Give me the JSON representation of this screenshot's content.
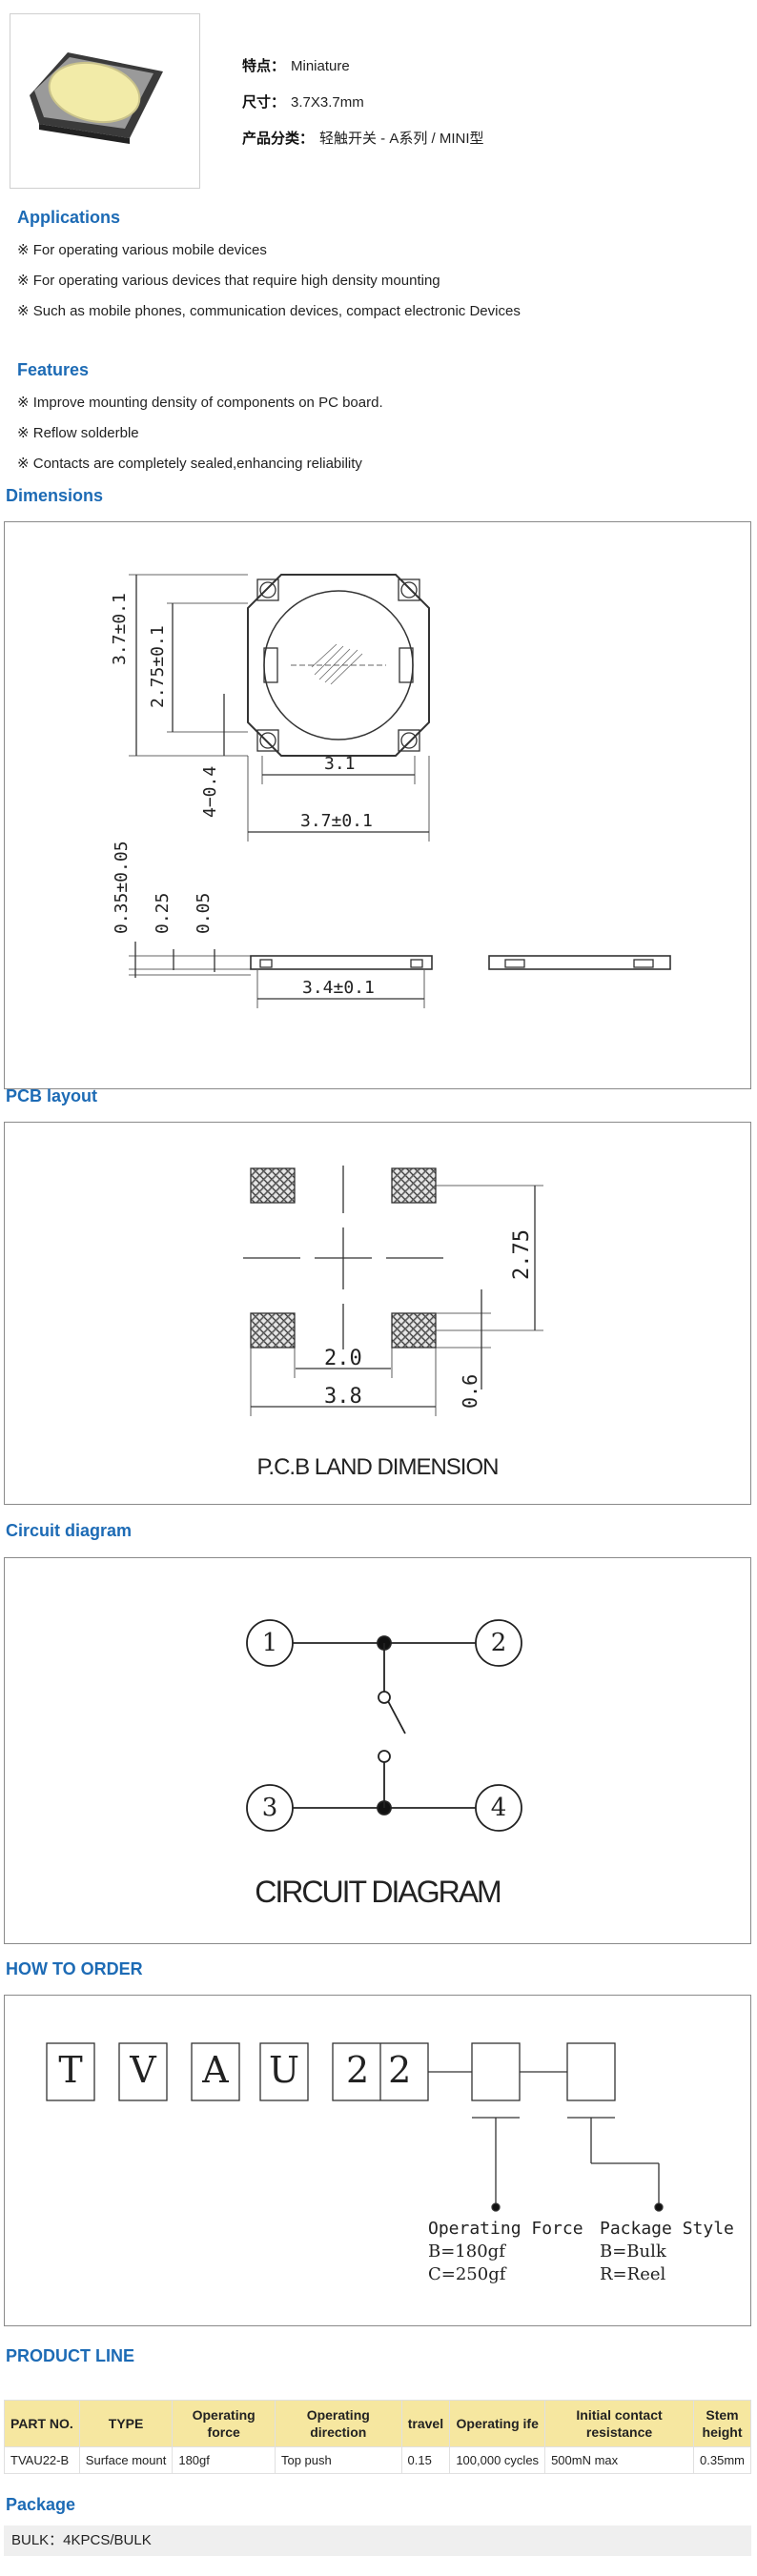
{
  "product": {
    "specs": [
      {
        "label": "特点：",
        "value": "Miniature"
      },
      {
        "label": "尺寸：",
        "value": "3.7X3.7mm"
      },
      {
        "label": "产品分类：",
        "value": "轻触开关 - A系列 / MINI型"
      }
    ]
  },
  "applications": {
    "title": "Applications",
    "items": [
      "※ For operating various mobile devices",
      "※ For operating various devices that require high density mounting",
      "※ Such as mobile phones, communication devices, compact electronic Devices"
    ]
  },
  "features": {
    "title": "Features",
    "items": [
      "※ Improve mounting density of components on PC board.",
      "※ Reflow solderble",
      "※ Contacts are completely sealed,enhancing reliability"
    ]
  },
  "dimensions": {
    "title": "Dimensions",
    "labels": {
      "h_total": "3.7±0.1",
      "h_inner": "2.75±0.1",
      "offset": "4−0.4",
      "w_inner": "3.1",
      "w_total": "3.7±0.1",
      "thick": "0.35±0.05",
      "t1": "0.25",
      "t2": "0.05",
      "side_w": "3.4±0.1"
    }
  },
  "pcb": {
    "title": "PCB layout",
    "labels": {
      "v": "2.75",
      "pad_gap": "2.0",
      "total": "3.8",
      "pad_h": "0.6"
    },
    "caption": "P.C.B LAND DIMENSION"
  },
  "circuit": {
    "title": "Circuit diagram",
    "pins": [
      "1",
      "2",
      "3",
      "4"
    ],
    "caption": "CIRCUIT DIAGRAM"
  },
  "order": {
    "title": "HOW TO ORDER",
    "chars": [
      "T",
      "V",
      "A",
      "U"
    ],
    "code": "22",
    "force_title": "Operating Force",
    "force_opts": [
      "B=180gf",
      "C=250gf"
    ],
    "pkg_title": "Package Style",
    "pkg_opts": [
      "B=Bulk",
      "R=Reel"
    ]
  },
  "product_line": {
    "title": "PRODUCT LINE",
    "headers": [
      "PART NO.",
      "TYPE",
      "Operating force",
      "Operating direction",
      "travel",
      "Operating ife",
      "Initial contact resistance",
      "Stem height"
    ],
    "rows": [
      [
        "TVAU22-B",
        "Surface mount",
        "180gf",
        "Top push",
        "0.15",
        "100,000 cycles",
        "500mN max",
        "0.35mm"
      ]
    ]
  },
  "package": {
    "title": "Package",
    "value": "BULK：4KPCS/BULK"
  }
}
